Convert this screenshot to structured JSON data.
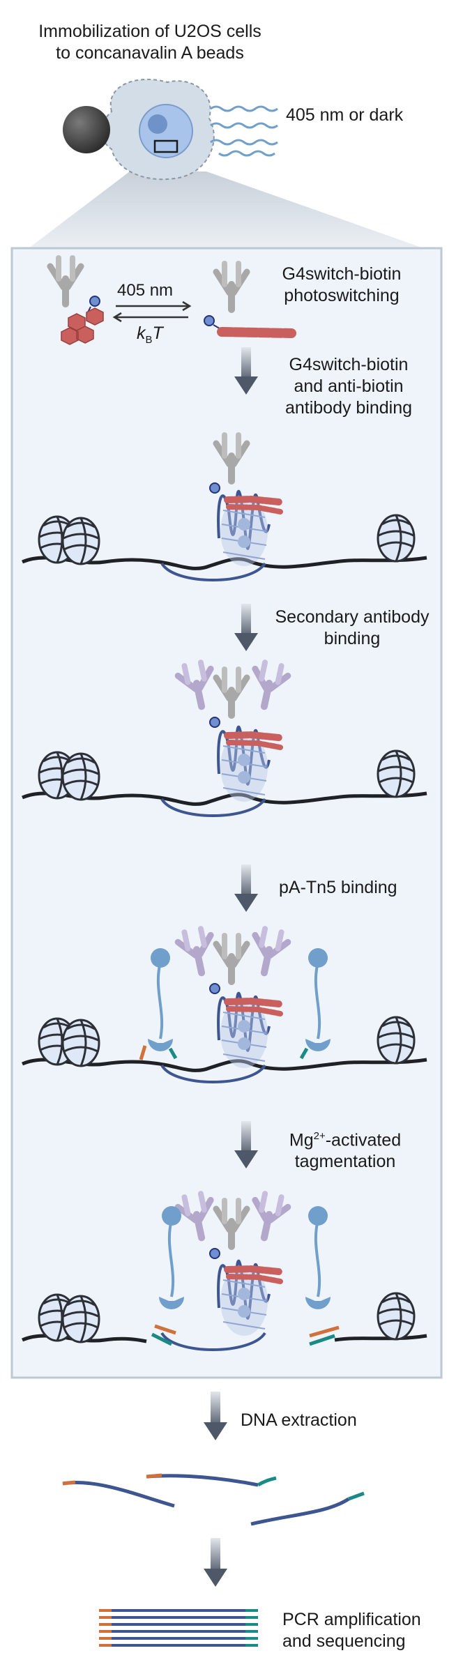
{
  "title": {
    "line1": "Immobilization of U2OS cells",
    "line2": "to concanavalin A beads"
  },
  "light_label": "405 nm or dark",
  "photoswitch": {
    "line1": "G4switch-biotin",
    "line2": "photoswitching",
    "forward": "405 nm",
    "reverse_k": "k",
    "reverse_sub": "B",
    "reverse_t": "T"
  },
  "steps": [
    {
      "line1": "G4switch-biotin",
      "line2": "and anti-biotin",
      "line3": "antibody binding"
    },
    {
      "line1": "Secondary antibody",
      "line2": "binding"
    },
    {
      "line1": "pA-Tn5 binding"
    },
    {
      "line1_pre": "Mg",
      "line1_sup": "2+",
      "line1_post": "-activated",
      "line2": "tagmentation"
    }
  ],
  "dna_extraction": "DNA extraction",
  "pcr": {
    "line1": "PCR amplification",
    "line2": "and sequencing"
  },
  "colors": {
    "panel_bg": "#eef4fa",
    "panel_border": "#bcc8d4",
    "dna": "#3d5590",
    "red": "#c9605e",
    "antibody_grey": "#a8a8a8",
    "antibody_purple": "#b3a7cc",
    "tn5_blue": "#6f9fca",
    "adapter_orange": "#d0703a",
    "adapter_teal": "#1a8a86",
    "nucleosome": "#c5d5ee",
    "arrow": "#5b6676"
  }
}
